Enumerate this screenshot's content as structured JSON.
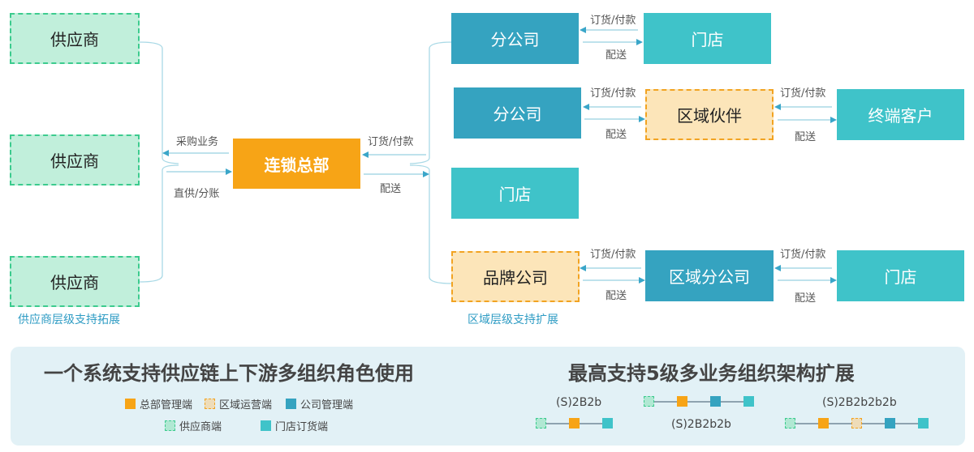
{
  "colors": {
    "supplier": "#c1efdb",
    "hq": "#f7a416",
    "company": "#35a3c0",
    "store": "#3fc3c9",
    "partner": "#fce5b9",
    "link": "#a9d9e6",
    "arrow": "#3aa6c9"
  },
  "left": {
    "suppliers": [
      "供应商",
      "供应商",
      "供应商"
    ],
    "caption": "供应商层级支持拓展",
    "purchase_label": "采购业务",
    "direct_label": "直供/分账"
  },
  "hq": {
    "label": "连锁总部",
    "order_label": "订货/付款",
    "delivery_label": "配送"
  },
  "right": {
    "caption": "区域层级支持扩展",
    "rows": [
      {
        "nodes": [
          "分公司",
          "门店"
        ],
        "links": [
          {
            "order": "订货/付款",
            "delivery": "配送"
          }
        ]
      },
      {
        "nodes": [
          "分公司",
          "区域伙伴",
          "终端客户"
        ],
        "links": [
          {
            "order": "订货/付款",
            "delivery": "配送"
          },
          {
            "order": "订货/付款",
            "delivery": "配送"
          }
        ]
      },
      {
        "nodes": [
          "门店"
        ],
        "links": []
      },
      {
        "nodes": [
          "品牌公司",
          "区域分公司",
          "门店"
        ],
        "links": [
          {
            "order": "订货/付款",
            "delivery": "配送"
          },
          {
            "order": "订货/付款",
            "delivery": "配送"
          }
        ]
      }
    ]
  },
  "panel": {
    "left_title": "一个系统支持供应链上下游多组织角色使用",
    "right_title": "最高支持5级多业务组织架构扩展",
    "legend": [
      {
        "label": "总部管理端",
        "type": "hq"
      },
      {
        "label": "区域运营端",
        "type": "partner"
      },
      {
        "label": "公司管理端",
        "type": "company"
      },
      {
        "label": "供应商端",
        "type": "supplier"
      },
      {
        "label": "门店订货端",
        "type": "store"
      }
    ],
    "tiers": [
      {
        "label": "(S)2B2b",
        "chain": [
          "supplier",
          "hq",
          "store"
        ]
      },
      {
        "label": "(S)2B2b2b",
        "chain": [
          "supplier",
          "hq",
          "company",
          "store"
        ]
      },
      {
        "label": "(S)2B2b2b2b",
        "chain": [
          "supplier",
          "hq",
          "partner",
          "company",
          "store"
        ]
      }
    ]
  }
}
